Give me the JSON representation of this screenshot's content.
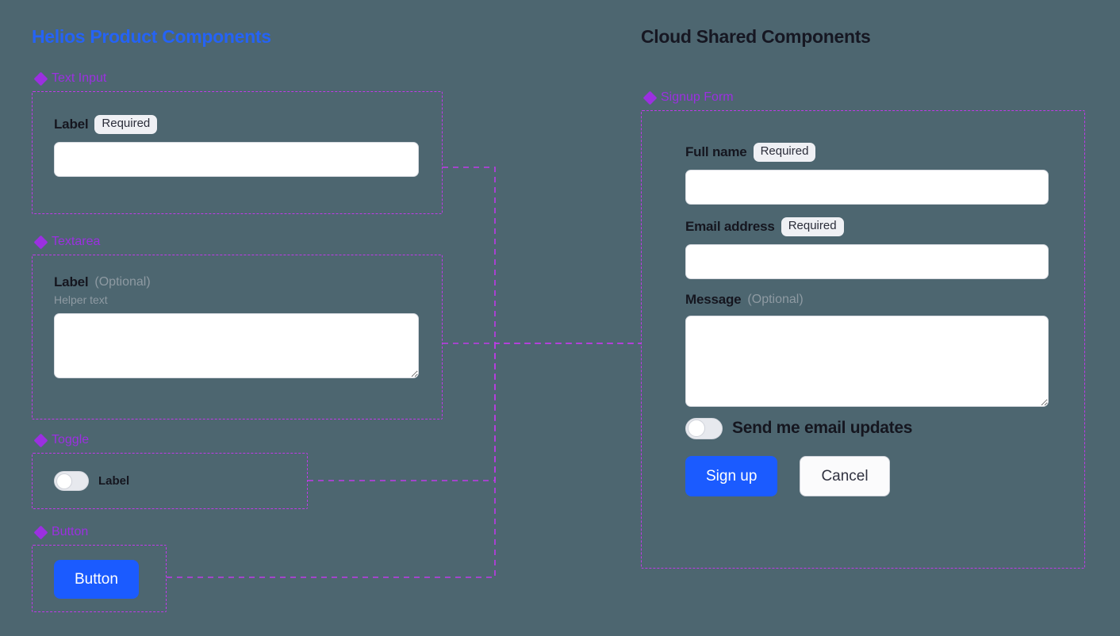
{
  "canvas": {
    "background_color": "#4d6670",
    "accent_blue": "#2563f5",
    "accent_purple": "#9b30e0",
    "connector_color": "#c03ae8",
    "primary_button_color": "#1b5bff"
  },
  "columns": {
    "left": {
      "title": "Helios Product Components"
    },
    "right": {
      "title": "Cloud Shared Components"
    }
  },
  "left_groups": [
    {
      "name": "text-input",
      "label": "Text Input",
      "icon": "diamond-cluster-icon",
      "field": {
        "label": "Label",
        "badge": "Required",
        "value": "",
        "placeholder": ""
      }
    },
    {
      "name": "textarea",
      "label": "Textarea",
      "icon": "diamond-cluster-icon",
      "field": {
        "label": "Label",
        "optional": "(Optional)",
        "helper": "Helper text",
        "value": "",
        "placeholder": ""
      }
    },
    {
      "name": "toggle",
      "label": "Toggle",
      "icon": "diamond-cluster-icon",
      "field": {
        "label": "Label",
        "state": "off"
      }
    },
    {
      "name": "button",
      "label": "Button",
      "icon": "diamond-cluster-icon",
      "field": {
        "label": "Button"
      }
    }
  ],
  "right_group": {
    "name": "signup-form",
    "label": "Signup Form",
    "icon": "diamond-cluster-icon",
    "fields": {
      "full_name": {
        "label": "Full name",
        "badge": "Required",
        "value": "",
        "placeholder": ""
      },
      "email": {
        "label": "Email address",
        "badge": "Required",
        "value": "",
        "placeholder": ""
      },
      "message": {
        "label": "Message",
        "optional": "(Optional)",
        "value": "",
        "placeholder": ""
      },
      "updates_toggle": {
        "label": "Send me email updates",
        "state": "off"
      }
    },
    "actions": {
      "primary": "Sign up",
      "secondary": "Cancel"
    }
  }
}
